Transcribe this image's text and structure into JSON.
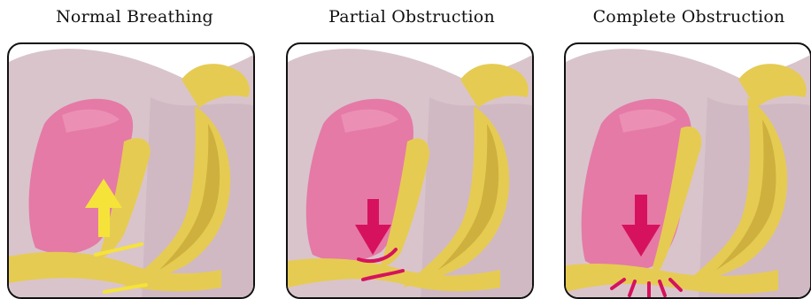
{
  "panels": [
    {
      "title": "Normal Breathing",
      "state": "normal",
      "arrow": "up",
      "arrow_color": "#F5E33A"
    },
    {
      "title": "Partial Obstruction",
      "state": "partial",
      "arrow": "down",
      "arrow_color": "#D6125E"
    },
    {
      "title": "Complete Obstruction",
      "state": "complete",
      "arrow": "down",
      "arrow_color": "#D6125E"
    }
  ],
  "colors": {
    "skin": "#D9C4CC",
    "skin_shadow": "#C7AEB8",
    "tongue": "#E57AA6",
    "tongue_dark": "#D0608E",
    "airway_tissue": "#E6CB52",
    "airway_shadow": "#B89B2C",
    "frame": "#111111"
  }
}
